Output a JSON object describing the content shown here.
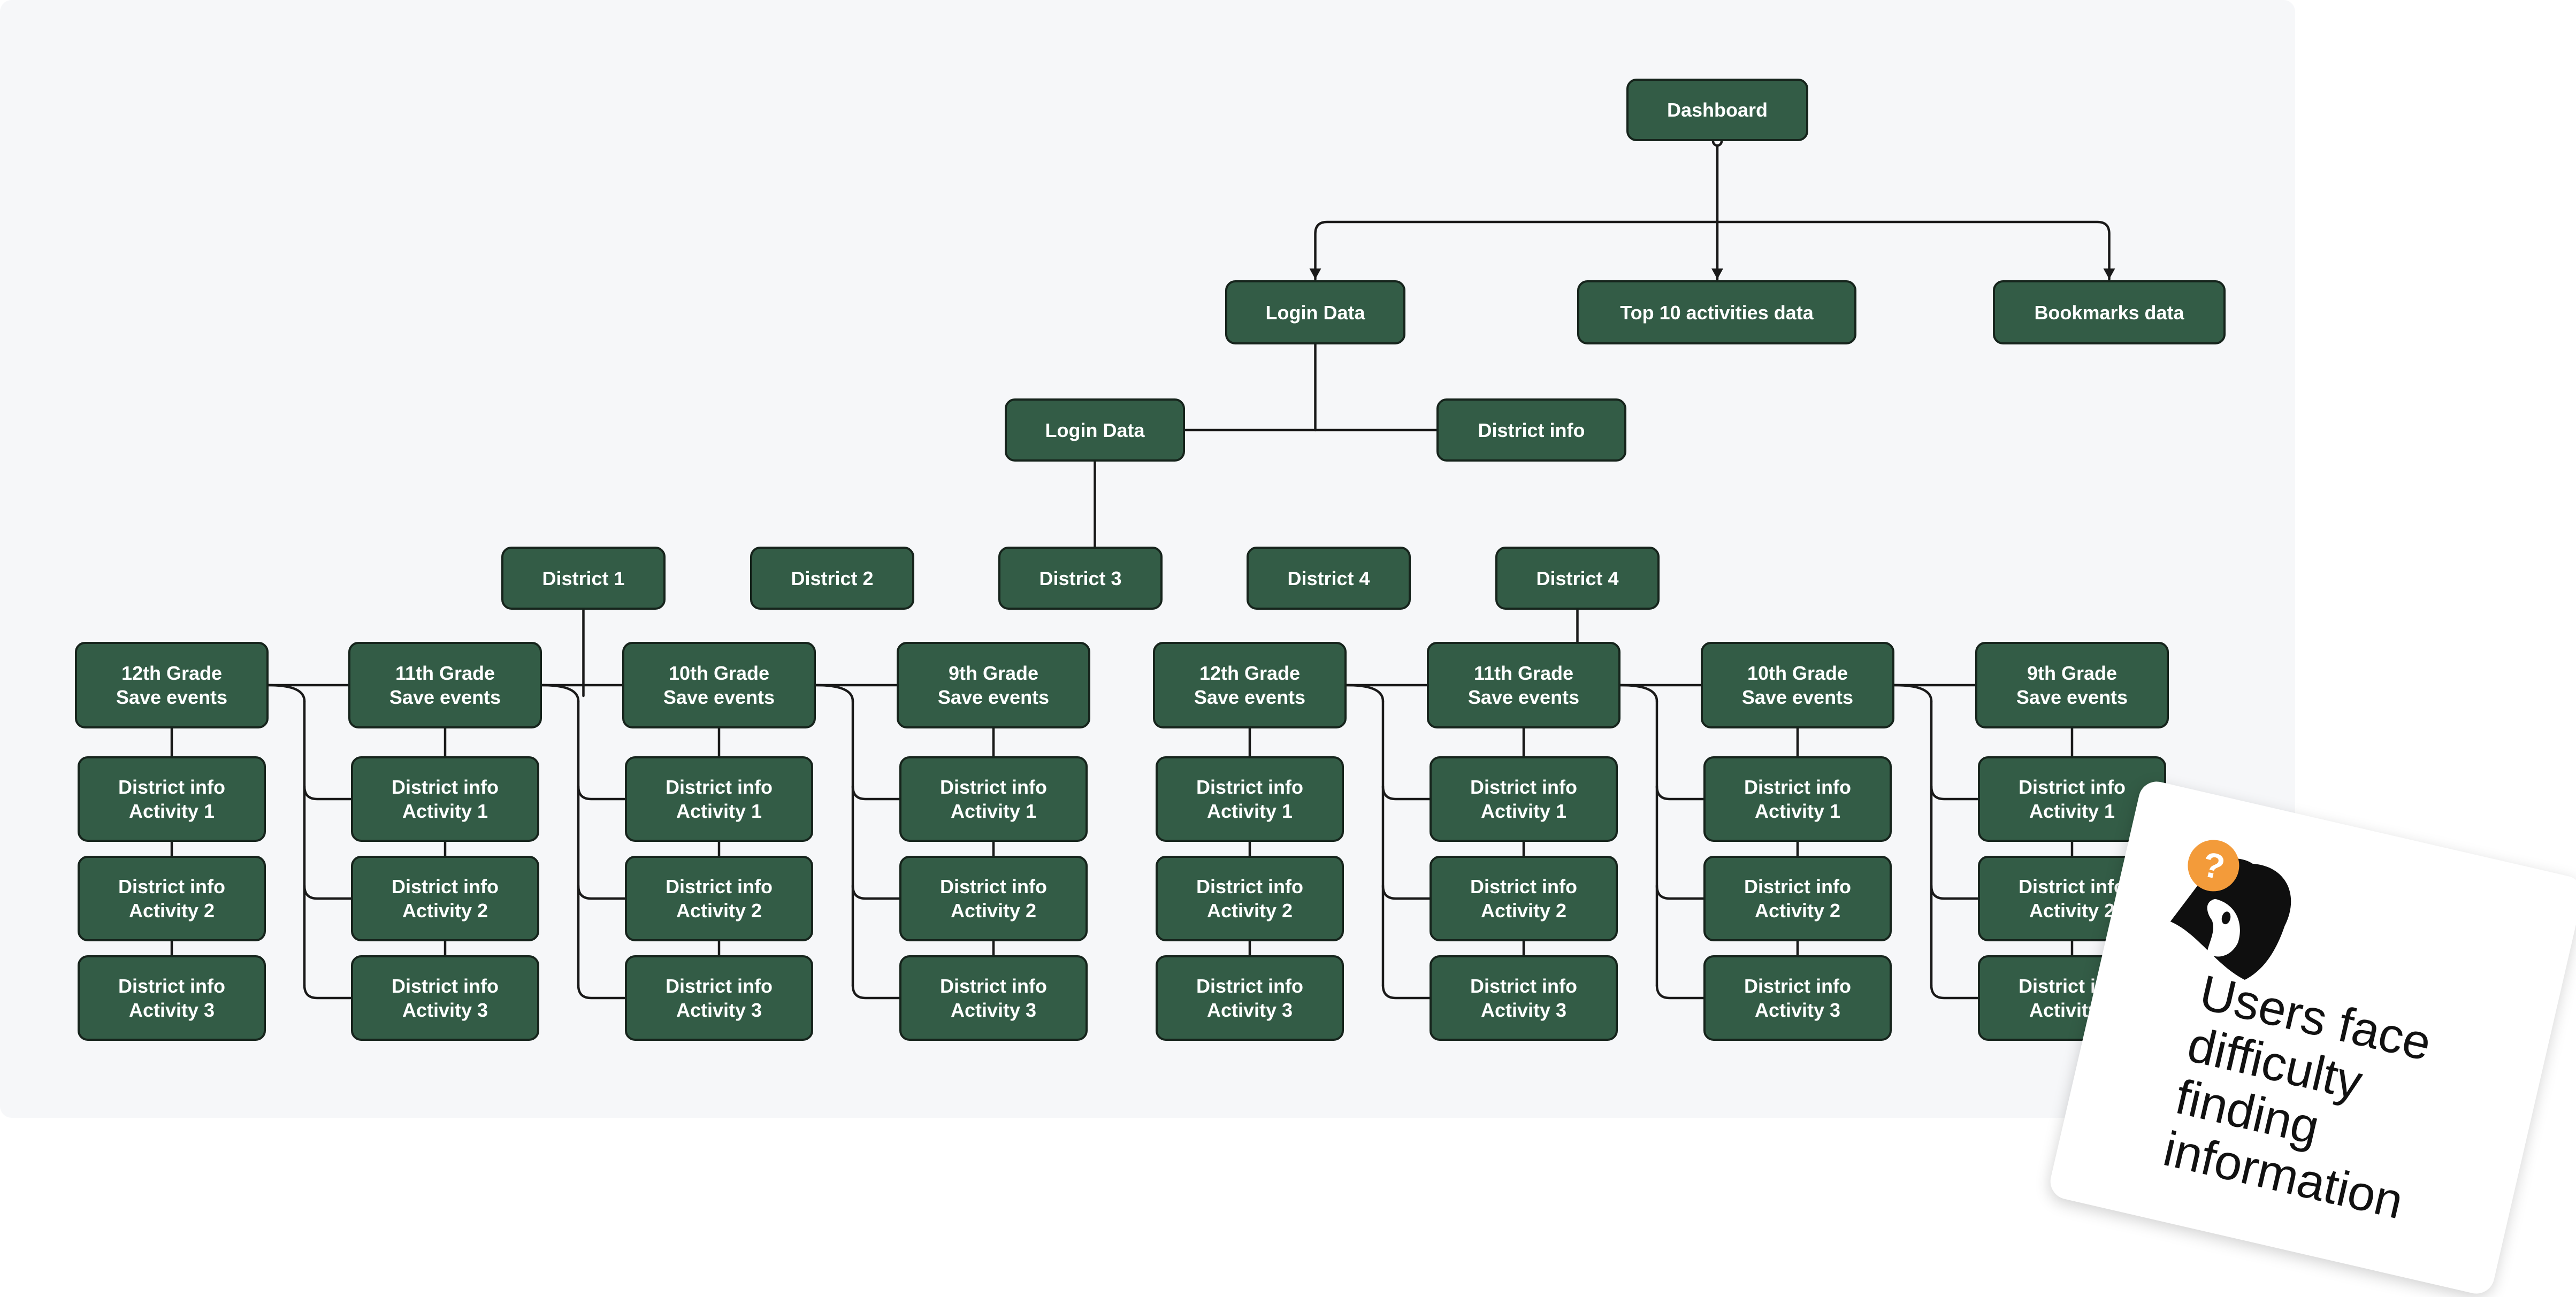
{
  "diagram": {
    "root": {
      "label": "Dashboard"
    },
    "level1": [
      "Login Data",
      "Top 10 activities data",
      "Bookmarks data"
    ],
    "level2": [
      "Login Data",
      "District info"
    ],
    "districts": [
      "District 1",
      "District 2",
      "District 3",
      "District 4",
      "District 4"
    ],
    "grade_groups": [
      {
        "grade": "12th Grade",
        "sub": "Save events"
      },
      {
        "grade": "11th Grade",
        "sub": "Save events"
      },
      {
        "grade": "10th Grade",
        "sub": "Save events"
      },
      {
        "grade": "9th Grade",
        "sub": "Save events"
      },
      {
        "grade": "12th Grade",
        "sub": "Save events"
      },
      {
        "grade": "11th Grade",
        "sub": "Save events"
      },
      {
        "grade": "10th Grade",
        "sub": "Save events"
      },
      {
        "grade": "9th Grade",
        "sub": "Save events"
      }
    ],
    "activities": [
      {
        "line1": "District info",
        "line2": "Activity 1"
      },
      {
        "line1": "District info",
        "line2": "Activity 2"
      },
      {
        "line1": "District info",
        "line2": "Activity 3"
      }
    ]
  },
  "sticky_note": {
    "text": "Users face difficulty finding information",
    "badge": "?",
    "icon": "confused-user-icon",
    "badge_color": "#f39b3a"
  },
  "colors": {
    "node_fill": "#335c46",
    "node_border": "#16241c",
    "canvas": "#f6f7f9"
  }
}
